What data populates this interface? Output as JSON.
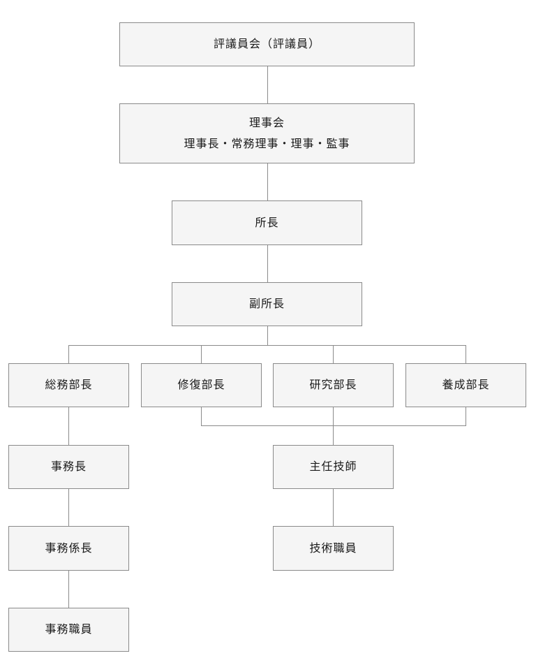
{
  "nodes": {
    "council": "評議員会（評議員）",
    "board_title": "理事会",
    "board_members": "理事長・常務理事・理事・監事",
    "director": "所長",
    "deputy_director": "副所長",
    "general_affairs_head": "総務部長",
    "restoration_head": "修復部長",
    "research_head": "研究部長",
    "training_head": "養成部長",
    "office_manager": "事務長",
    "office_chief": "事務係長",
    "office_staff": "事務職員",
    "chief_technician": "主任技師",
    "technical_staff": "技術職員"
  },
  "colors": {
    "box_fill": "#f5f5f5",
    "box_border": "#8a8a8a",
    "connector": "#8a8a8a",
    "text": "#1a1a1a"
  }
}
